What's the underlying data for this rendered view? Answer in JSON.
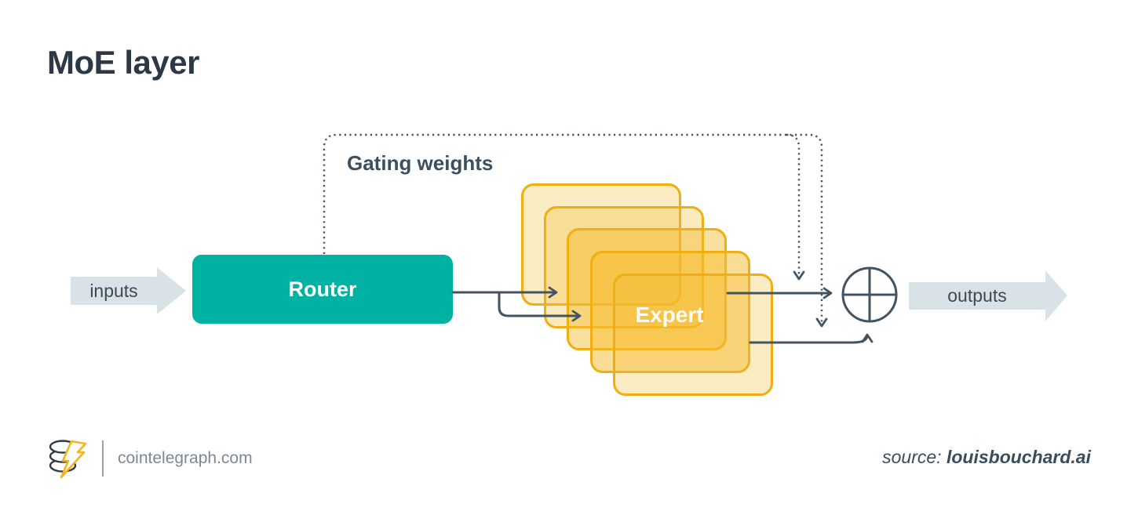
{
  "title": "MoE layer",
  "diagram": {
    "gating_label": "Gating weights",
    "router_label": "Router",
    "expert_label": "Expert",
    "inputs_label": "inputs",
    "outputs_label": "outputs",
    "expert_box_count": 5,
    "icons": {
      "sum": "plus-in-circle-icon",
      "input_arrow": "right-block-arrow",
      "output_arrow": "right-block-arrow"
    }
  },
  "footer": {
    "brand": "cointelegraph.com",
    "logo_icon": "coin-stack-lightning-bolt-icon",
    "source_prefix": "source: ",
    "source_name": "louisbouchard.ai"
  },
  "colors": {
    "teal": "#00b2a4",
    "yellow_border": "#f0ae11",
    "yellow_fill": "#f5bb2b",
    "slate": "#42546 2",
    "title_color": "#2c3844",
    "label_color": "#3c4f5e",
    "arrow_fill": "#d9e2e7",
    "arrow_text": "#3d4a55",
    "footer_gray": "#7e8890",
    "source_color": "#3a4d5b",
    "bolt_yellow": "#f2b51d"
  }
}
